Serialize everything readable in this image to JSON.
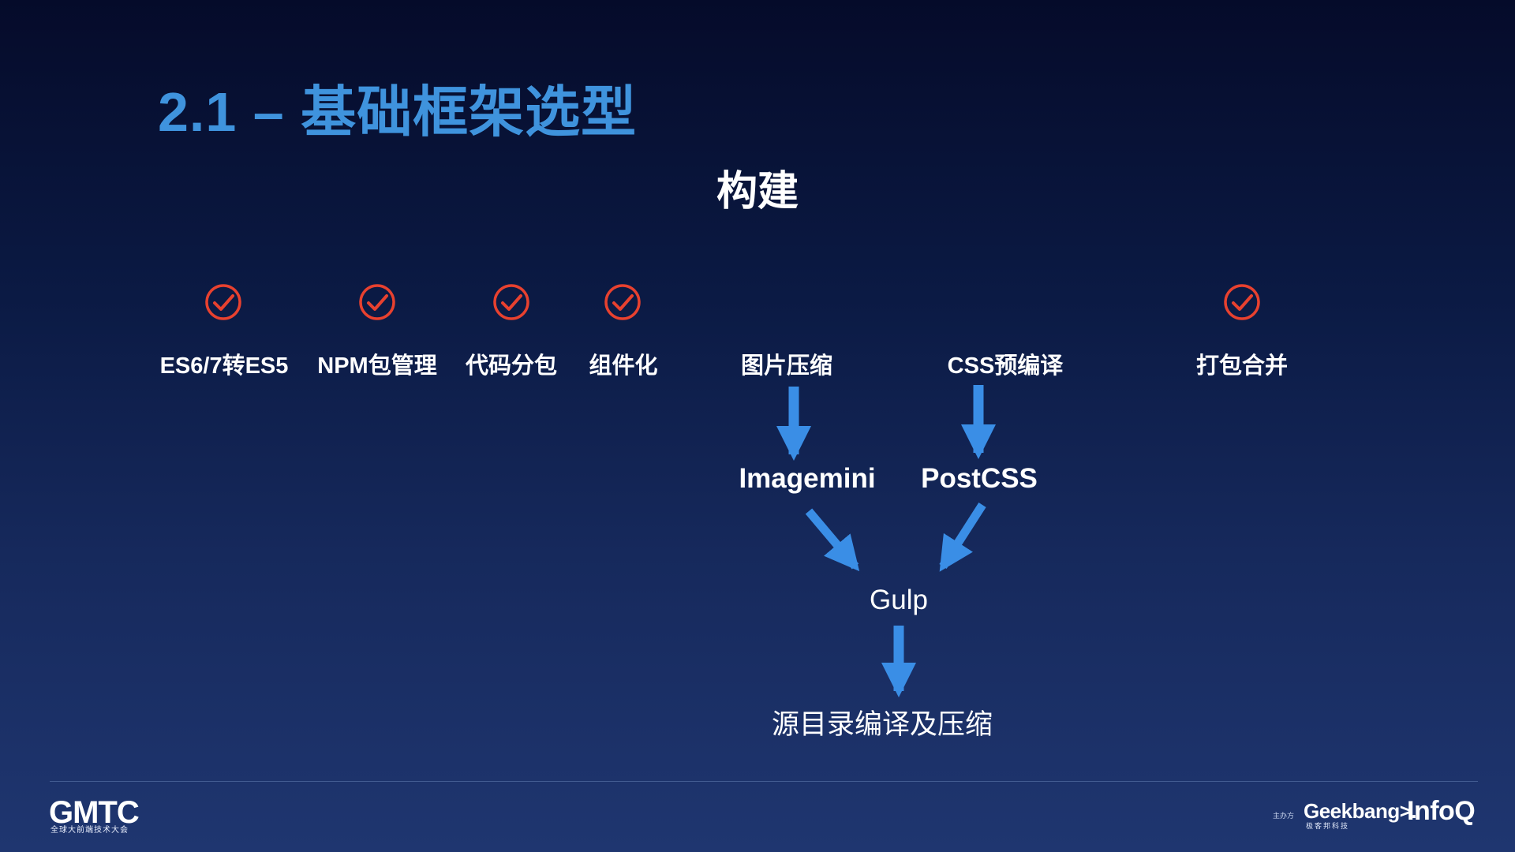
{
  "slide": {
    "title": "2.1 – 基础框架选型",
    "subtitle": "构建"
  },
  "features": [
    {
      "label": "ES6/7转ES5",
      "checked": true
    },
    {
      "label": "NPM包管理",
      "checked": true
    },
    {
      "label": "代码分包",
      "checked": true
    },
    {
      "label": "组件化",
      "checked": true
    },
    {
      "label": "打包合并",
      "checked": true
    }
  ],
  "flow": {
    "inputs": [
      "图片压缩",
      "CSS预编译"
    ],
    "tools": [
      "Imagemini",
      "PostCSS"
    ],
    "runner": "Gulp",
    "output": "源目录编译及压缩"
  },
  "footer": {
    "gmtc_logo": "GMTC",
    "gmtc_sub": "全球大前端技术大会",
    "host_label": "主办方",
    "geekbang_logo": "Geekbang>.",
    "geekbang_sub": "极客邦科技",
    "infoq_logo": "InfoQ"
  },
  "colors": {
    "title": "#3f93dd",
    "check": "#e8412f",
    "arrow": "#3a8ee6",
    "text": "#ffffff"
  },
  "icons": {
    "check": "check-circle-icon",
    "arrow": "arrow-icon"
  }
}
